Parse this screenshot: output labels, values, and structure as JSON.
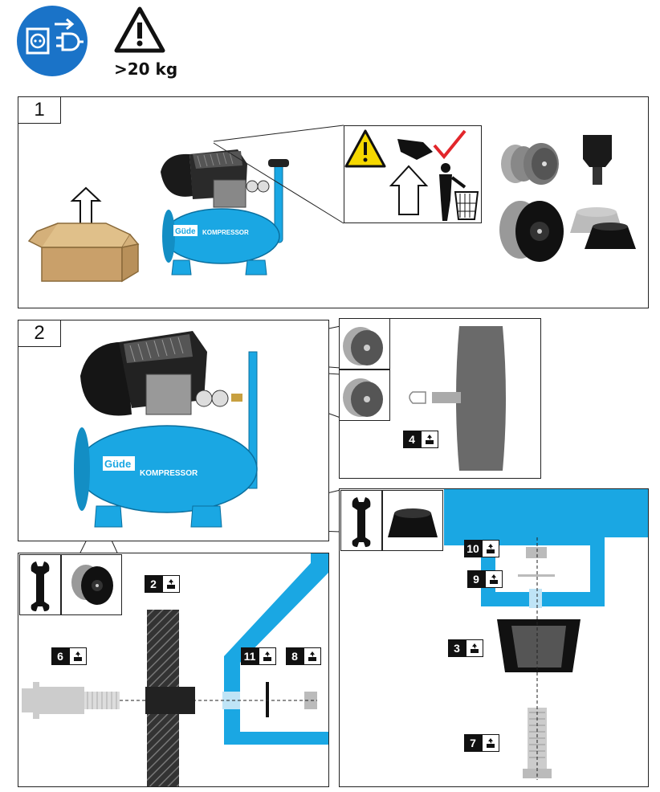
{
  "header": {
    "weight_label": ">20 kg",
    "icons": [
      "unplug-icon",
      "warning-triangle-icon"
    ]
  },
  "steps": {
    "step1": "1",
    "step2": "2"
  },
  "product": {
    "brand": "Güde",
    "name": "KOMPRESSOR"
  },
  "part_tags": [
    "4",
    "2",
    "6",
    "11",
    "8",
    "10",
    "9",
    "3",
    "7"
  ],
  "colors": {
    "accent_blue": "#1aa7e3",
    "header_blue": "#1a73c8",
    "warning_yellow": "#f5d800",
    "check_red": "#e2262b",
    "cardboard": "#c9a06a"
  }
}
